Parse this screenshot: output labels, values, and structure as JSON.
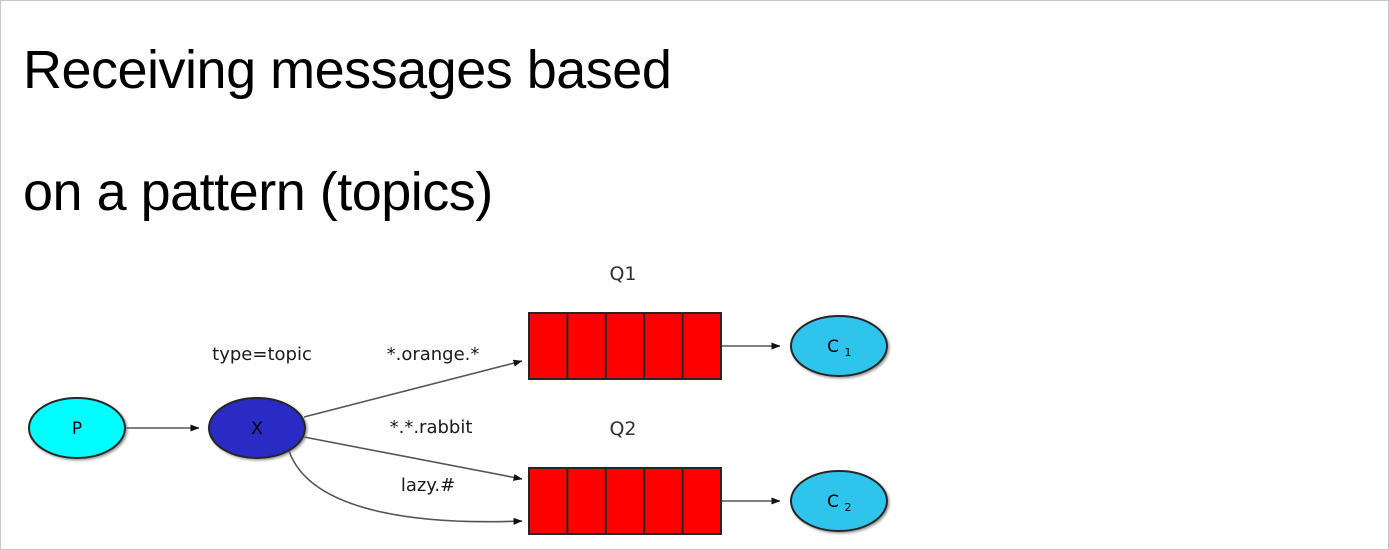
{
  "page": {
    "background": "#ffffff",
    "border_color": "#c6c6c6"
  },
  "title": {
    "line1": "Receiving messages based",
    "line2": "on a pattern (topics)"
  },
  "diagram": {
    "type": "rabbitmq-topic-exchange-flow",
    "colors": {
      "producer_fill": "#00ffff",
      "exchange_fill": "#2a2ac4",
      "queue_fill": "#ff0000",
      "consumer_fill": "#2ec4ec",
      "stroke": "#262626",
      "edge": "#555555"
    },
    "nodes": {
      "producer": {
        "label": "P",
        "shape": "ellipse"
      },
      "exchange": {
        "label": "X",
        "shape": "ellipse"
      },
      "queue1": {
        "label": "Q1",
        "segments": 5,
        "shape": "queue"
      },
      "queue2": {
        "label": "Q2",
        "segments": 5,
        "shape": "queue"
      },
      "consumer1": {
        "label": "C",
        "subscript": "1",
        "shape": "ellipse"
      },
      "consumer2": {
        "label": "C",
        "subscript": "2",
        "shape": "ellipse"
      }
    },
    "edge_labels": {
      "exchange_type": "type=topic",
      "binding1": "*.orange.*",
      "binding2": "*.*.rabbit",
      "binding3": "lazy.#"
    },
    "edges": [
      {
        "from": "producer",
        "to": "exchange",
        "label": ""
      },
      {
        "from": "exchange",
        "to": "queue1",
        "label": "*.orange.*"
      },
      {
        "from": "exchange",
        "to": "queue2",
        "label": "*.*.rabbit"
      },
      {
        "from": "exchange",
        "to": "queue2",
        "label": "lazy.#"
      },
      {
        "from": "queue1",
        "to": "consumer1",
        "label": ""
      },
      {
        "from": "queue2",
        "to": "consumer2",
        "label": ""
      }
    ]
  }
}
